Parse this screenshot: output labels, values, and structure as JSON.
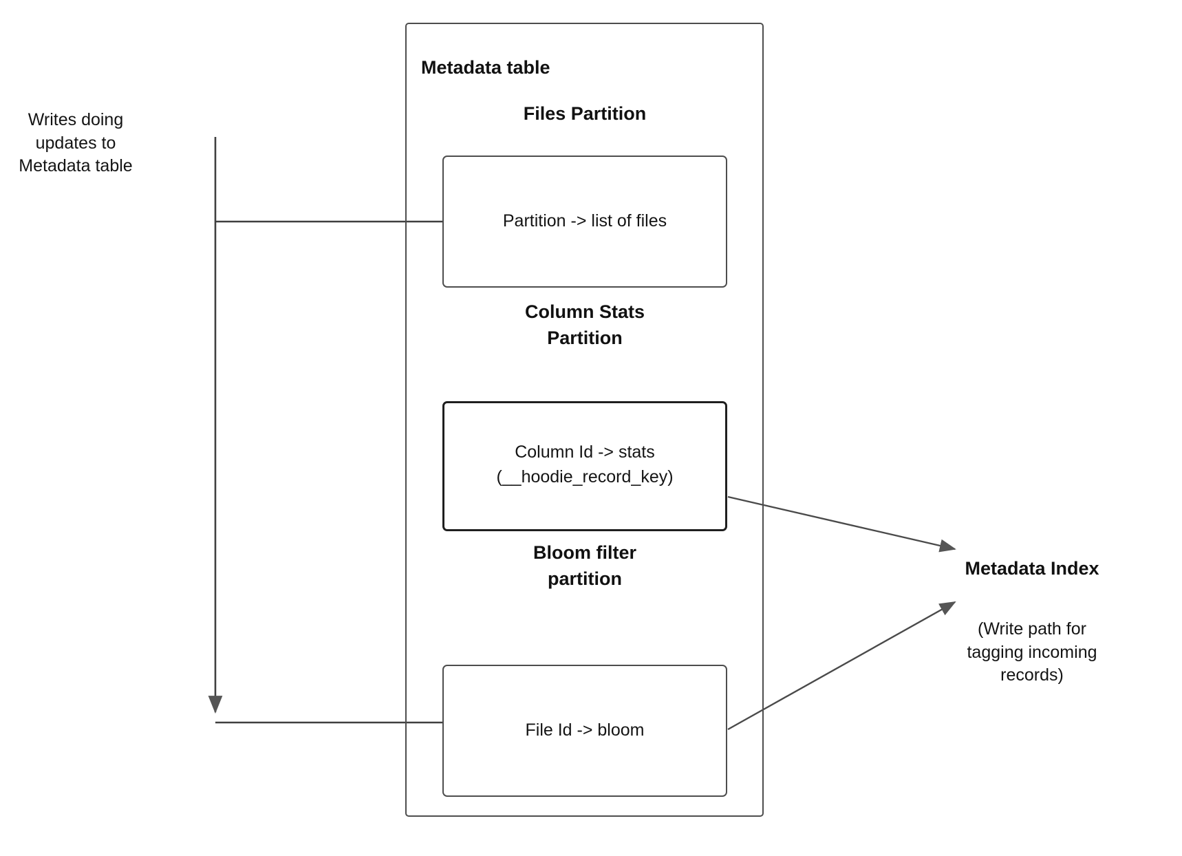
{
  "diagram": {
    "left_caption": "Writes doing\nupdates to\nMetadata table",
    "container": {
      "title": "Metadata table",
      "sections": [
        {
          "heading": "Files Partition",
          "box_text": "Partition -> list of files"
        },
        {
          "heading": "Column Stats\nPartition",
          "box_text": "Column Id  -> stats\n(__hoodie_record_key)"
        },
        {
          "heading": "Bloom filter\npartition",
          "box_text": "File Id -> bloom"
        }
      ]
    },
    "right": {
      "title": "Metadata Index",
      "note": "(Write path for\ntagging incoming\nrecords)"
    },
    "colors": {
      "stroke": "#4d4d4d",
      "stroke_emphasis": "#1f1f1f",
      "text": "#141414",
      "background": "#ffffff"
    }
  }
}
